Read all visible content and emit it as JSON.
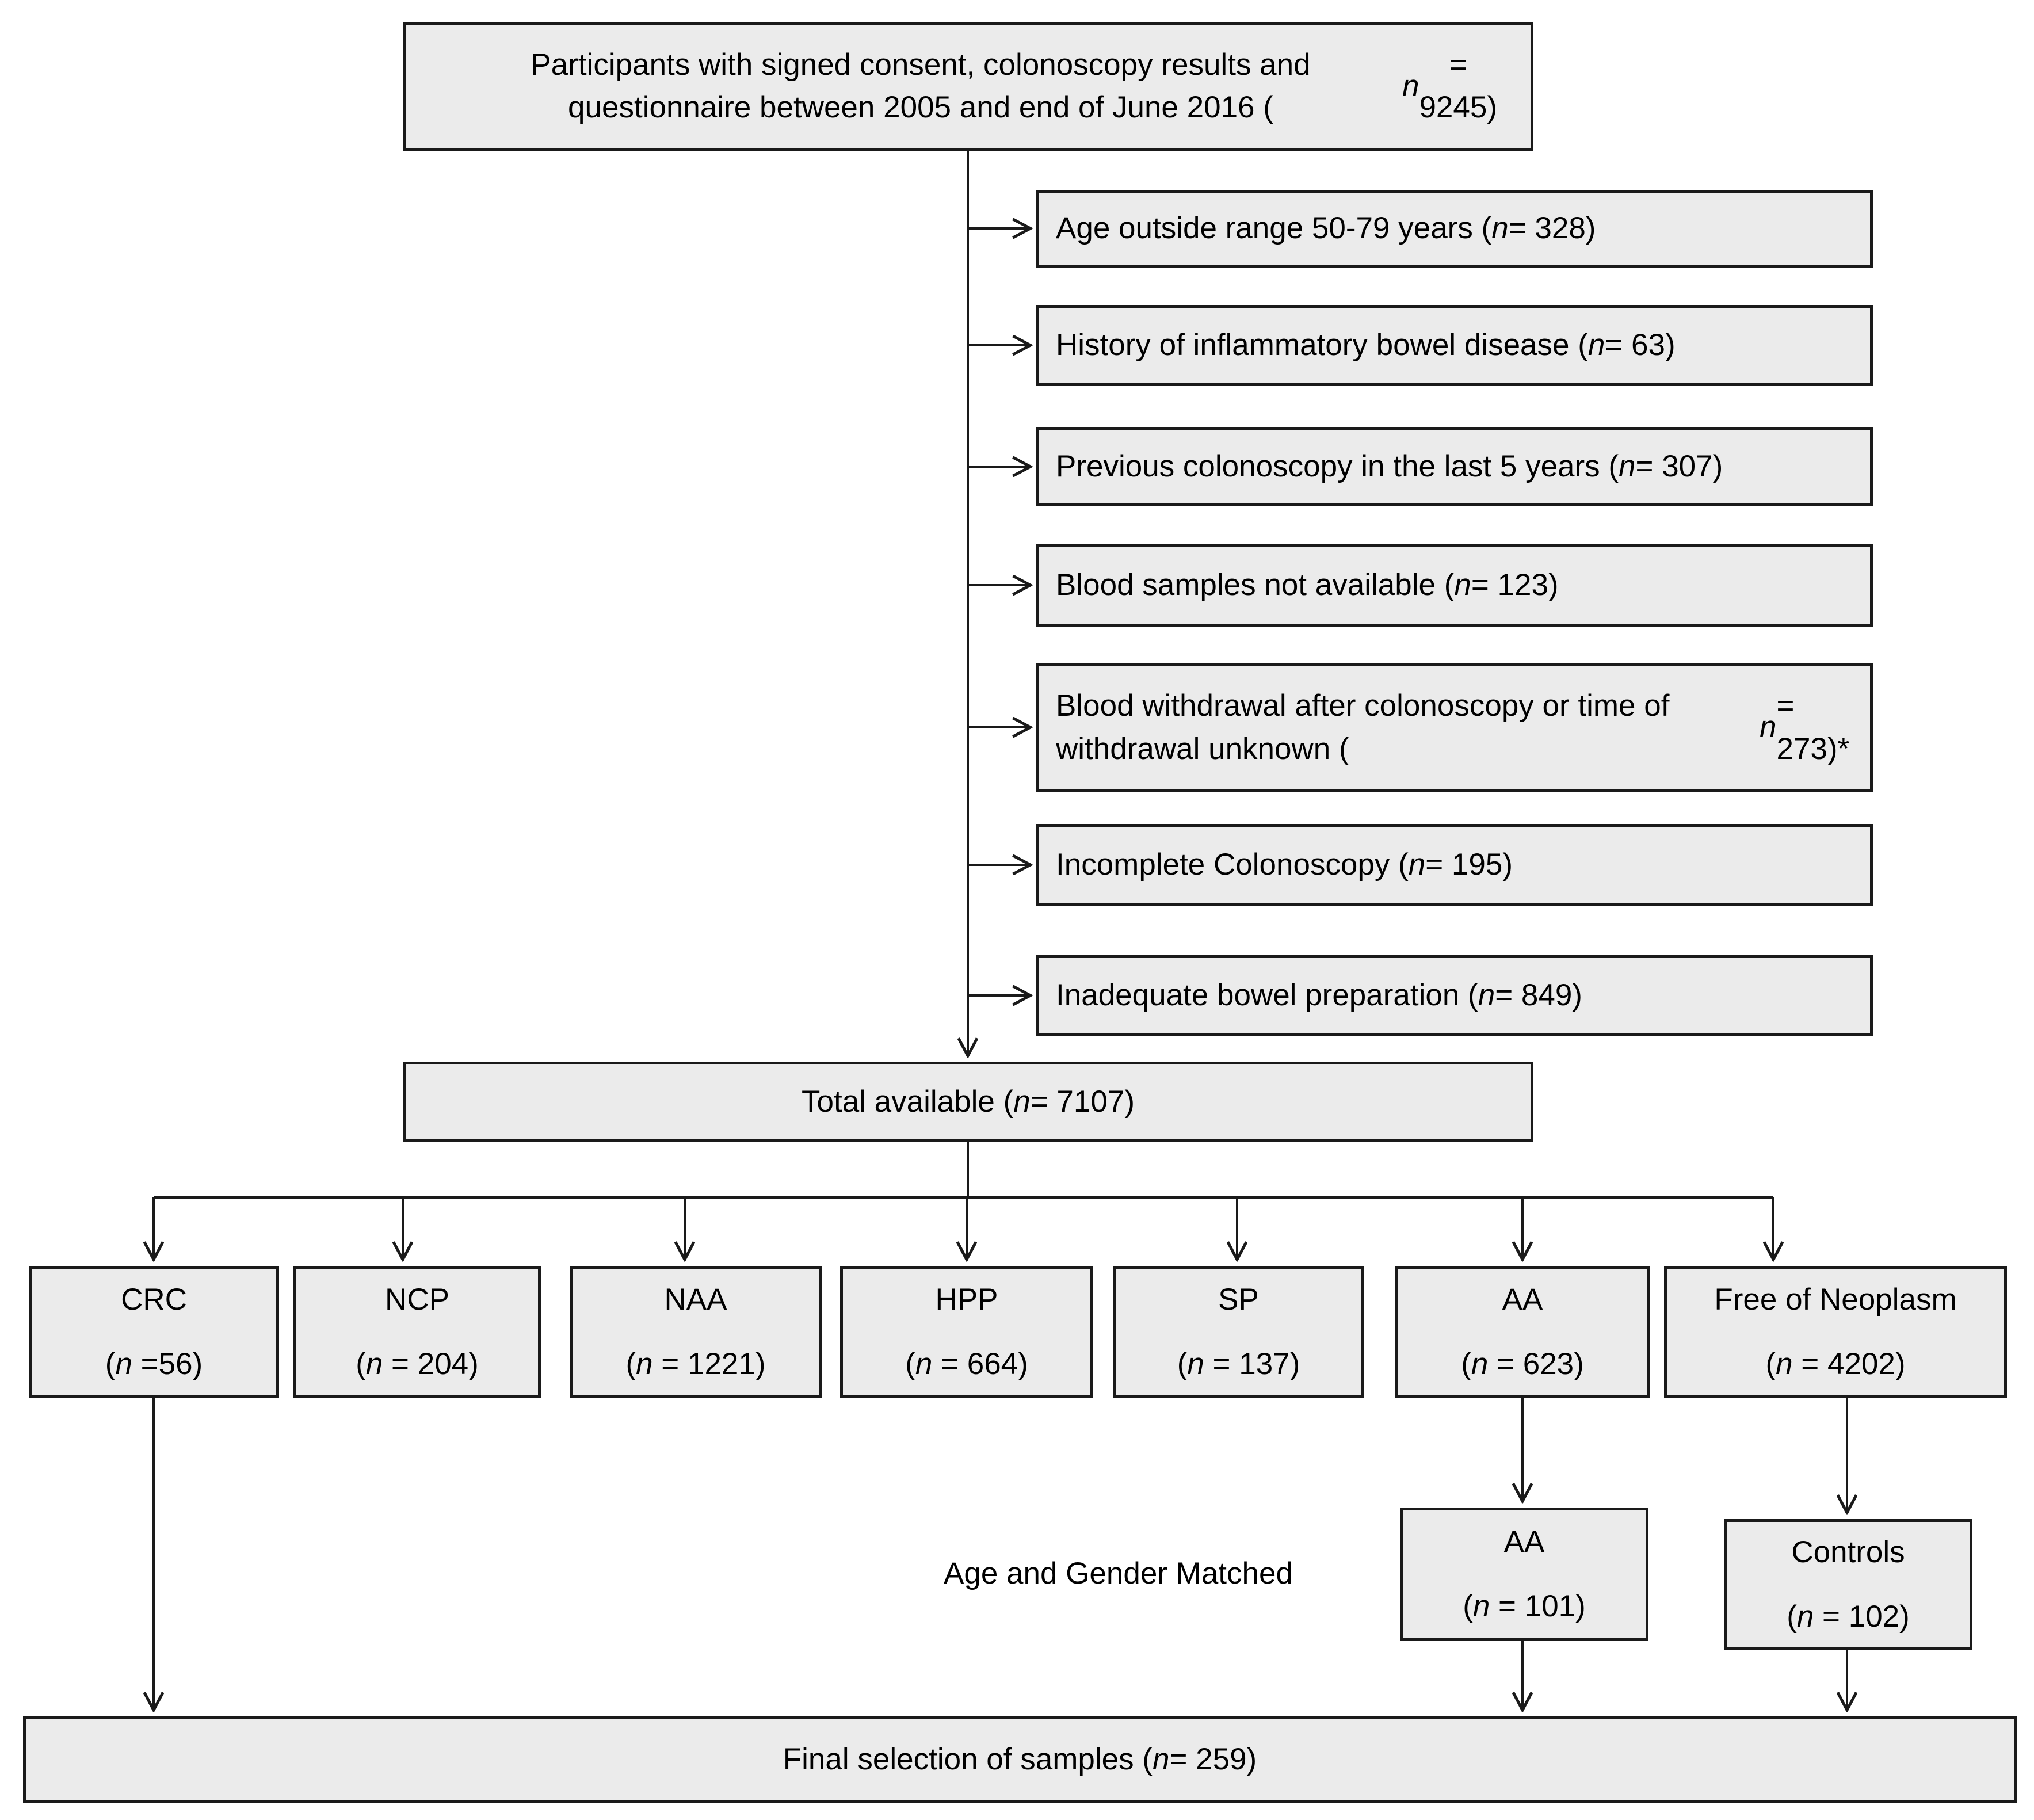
{
  "colors": {
    "background": "#ffffff",
    "box_fill": "#ebebeb",
    "box_border": "#1a1a1a",
    "text": "#000000"
  },
  "participants_box": "Participants with signed consent, colonoscopy results and questionnaire between 2005 and end of June 2016 (n = 9245)",
  "exclusions": [
    "Age outside range 50-79 years (n = 328)",
    "History of inflammatory bowel disease (n = 63)",
    "Previous colonoscopy in the last 5 years (n = 307)",
    "Blood samples not available (n = 123)",
    "Blood withdrawal after colonoscopy or time of withdrawal unknown (n = 273)*",
    "Incomplete Colonoscopy (n = 195)",
    "Inadequate bowel preparation (n = 849)"
  ],
  "total_box": "Total available (n = 7107)",
  "categories": [
    {
      "label": "CRC",
      "count": "(n =56)"
    },
    {
      "label": "NCP",
      "count": "(n = 204)"
    },
    {
      "label": "NAA",
      "count": "(n = 1221)"
    },
    {
      "label": "HPP",
      "count": "(n = 664)"
    },
    {
      "label": "SP",
      "count": "(n = 137)"
    },
    {
      "label": "AA",
      "count": "(n = 623)"
    },
    {
      "label": "Free of Neoplasm",
      "count": "(n = 4202)"
    }
  ],
  "matched_label": "Age and Gender Matched",
  "matched_boxes": [
    {
      "label": "AA",
      "count": "(n = 101)"
    },
    {
      "label": "Controls",
      "count": "(n = 102)"
    }
  ],
  "final_box": "Final selection of samples (n = 259)"
}
